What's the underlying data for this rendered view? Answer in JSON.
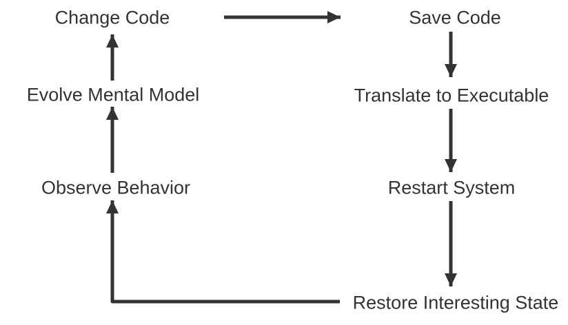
{
  "diagram": {
    "type": "flow-cycle",
    "background_color": "#ffffff",
    "arrow_color": "#333333",
    "text_color": "#333333",
    "nodes": [
      {
        "id": "change-code",
        "label": "Change Code"
      },
      {
        "id": "save-code",
        "label": "Save Code"
      },
      {
        "id": "evolve-mental-model",
        "label": "Evolve Mental Model"
      },
      {
        "id": "translate-to-executable",
        "label": "Translate to Executable"
      },
      {
        "id": "observe-behavior",
        "label": "Observe Behavior"
      },
      {
        "id": "restart-system",
        "label": "Restart System"
      },
      {
        "id": "restore-interesting-state",
        "label": "Restore Interesting State"
      }
    ],
    "edges": [
      {
        "from": "Change Code",
        "to": "Save Code"
      },
      {
        "from": "Save Code",
        "to": "Translate to Executable"
      },
      {
        "from": "Translate to Executable",
        "to": "Restart System"
      },
      {
        "from": "Restart System",
        "to": "Restore Interesting State"
      },
      {
        "from": "Restore Interesting State",
        "to": "Observe Behavior"
      },
      {
        "from": "Observe Behavior",
        "to": "Evolve Mental Model"
      },
      {
        "from": "Evolve Mental Model",
        "to": "Change Code"
      }
    ]
  }
}
